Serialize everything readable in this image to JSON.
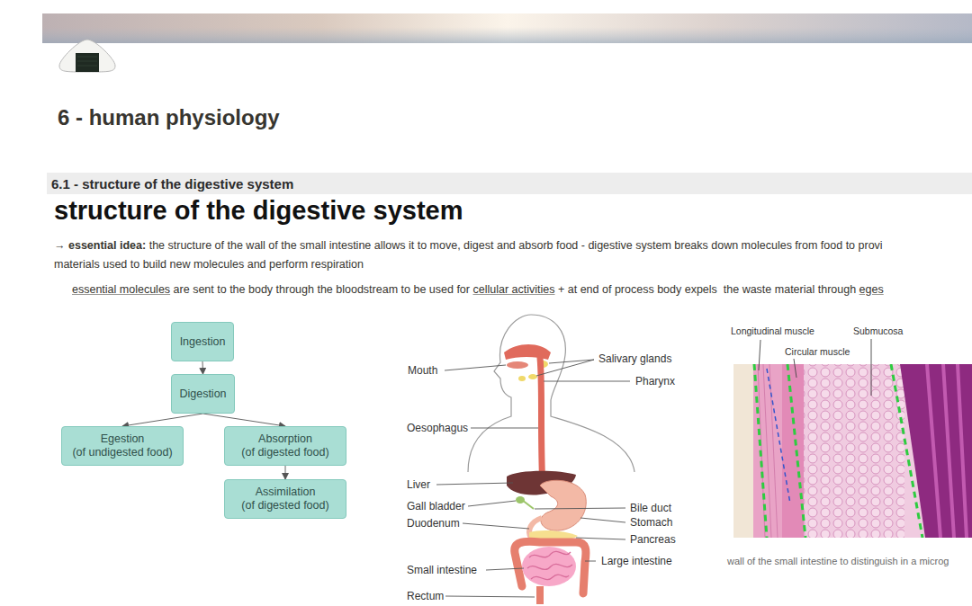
{
  "diagram": {
    "title": "6 - human physiology",
    "nodes": [
      {
        "text": [
          "6.1 - structure of the digestive system"
        ]
      },
      {
        "text": [
          "Ingestion"
        ]
      },
      {
        "text": [
          "Digestion"
        ]
      },
      {
        "text": [
          "Egestion",
          "(of undigested food)"
        ]
      },
      {
        "text": [
          "Absorption",
          "(of digested food)"
        ]
      },
      {
        "text": [
          "Assimilation",
          "(of digested food)"
        ]
      }
    ],
    "edges": [
      {
        "from": 1,
        "to": 2,
        "arrow": "to"
      },
      {
        "from": 2,
        "to": 3,
        "arrow": "to"
      },
      {
        "from": 2,
        "to": 4,
        "arrow": "to"
      },
      {
        "from": 4,
        "to": 5,
        "arrow": "to"
      }
    ],
    "labels": [
      "structure of the digestive system",
      "→",
      "essential idea:",
      "the structure of the wall of the small intestine allows it to move, digest and absorb food - digestive system breaks down molecules from food to provi",
      "materials used to build new molecules and perform respiration",
      "essential molecules",
      "are sent to the body through the bloodstream to be used for",
      "cellular activities",
      "+ at end of process body expels  the waste material through",
      "eges",
      "Mouth",
      "Salivary glands",
      "Pharynx",
      "Oesophagus",
      "Liver",
      "Gall bladder",
      "Duodenum",
      "Bile duct",
      "Stomach",
      "Pancreas",
      "Large intestine",
      "Small intestine",
      "Rectum",
      "Longitudinal muscle",
      "Submucosa",
      "Circular muscle",
      "wall of the small intestine to distinguish in a microg"
    ]
  }
}
